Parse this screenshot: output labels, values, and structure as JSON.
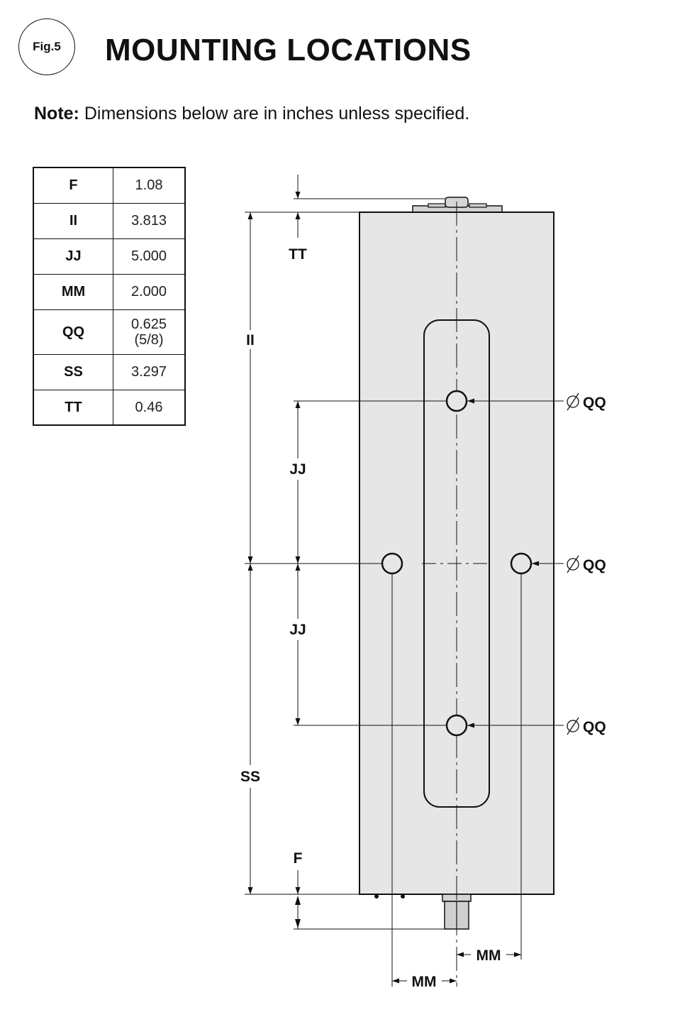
{
  "figure": {
    "label": "Fig.5",
    "title": "MOUNTING LOCATIONS"
  },
  "note": {
    "prefix": "Note:",
    "text": " Dimensions below are in inches unless specified."
  },
  "dimension_table": [
    {
      "key": "F",
      "value": "1.08"
    },
    {
      "key": "II",
      "value": "3.813"
    },
    {
      "key": "JJ",
      "value": "5.000"
    },
    {
      "key": "MM",
      "value": "2.000"
    },
    {
      "key": "QQ",
      "value": "0.625",
      "value_sub": "(5/8)"
    },
    {
      "key": "SS",
      "value": "3.297"
    },
    {
      "key": "TT",
      "value": "0.46"
    }
  ],
  "drawing_labels": {
    "tt": "TT",
    "ii": "II",
    "jj_upper": "JJ",
    "jj_lower": "JJ",
    "ss": "SS",
    "f": "F",
    "mm_right": "MM",
    "mm_left": "MM",
    "qq_top": "QQ",
    "qq_middle": "QQ",
    "qq_bottom": "QQ"
  },
  "colors": {
    "body_fill": "#e6e6e7",
    "line": "#111111"
  }
}
